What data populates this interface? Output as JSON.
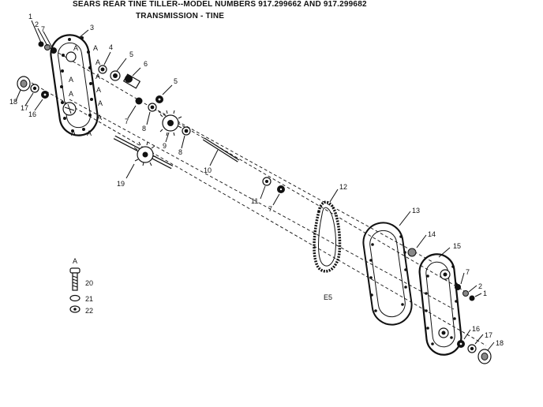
{
  "title": {
    "line1": "SEARS REAR TINE TILLER--MODEL NUMBERS 917.299662 AND 917.299682",
    "line2": "TRANSMISSION - TINE"
  },
  "callouts": {
    "c1a": "1",
    "c2a": "2",
    "c7a": "7",
    "c3": "3",
    "c4": "4",
    "c5a": "5",
    "c6": "6",
    "c5b": "5",
    "c18a": "18",
    "c17a": "17",
    "c16a": "16",
    "c7b": "7",
    "c8a": "8",
    "c9": "9",
    "c8b": "8",
    "c10": "10",
    "c19": "19",
    "c11": "11",
    "c7c": "7",
    "c12": "12",
    "c13": "13",
    "c14": "14",
    "c15": "15",
    "c7d": "7",
    "c2b": "2",
    "c1b": "1",
    "c16b": "16",
    "c17b": "17",
    "c18b": "18",
    "cA": "A",
    "c20": "20",
    "c21": "21",
    "c22": "22"
  },
  "hardware_letter": "A",
  "diagram_mark": "E5"
}
